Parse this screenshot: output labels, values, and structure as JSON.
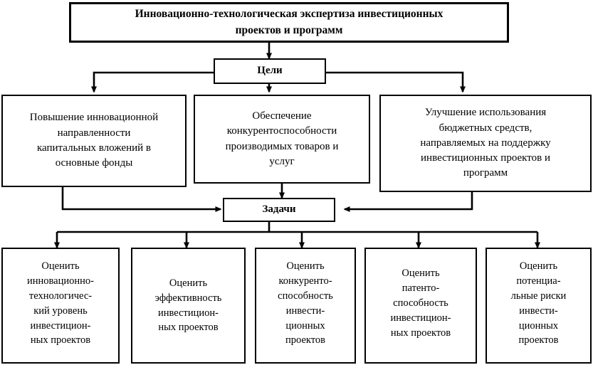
{
  "diagram": {
    "type": "flowchart",
    "language": "ru",
    "title_box": {
      "lines": [
        "Инновационно-технологическая экспертиза инвестиционных",
        "проектов и программ"
      ]
    },
    "hubs": {
      "goals": "Цели",
      "tasks": "Задачи"
    },
    "goals": [
      {
        "id": "goal-1",
        "lines": [
          "Повышение инновационной",
          "направленности",
          "капитальных вложений в",
          "основные фонды"
        ]
      },
      {
        "id": "goal-2",
        "lines": [
          "Обеспечение",
          "конкурентоспособности",
          "производимых товаров и",
          "услуг"
        ]
      },
      {
        "id": "goal-3",
        "lines": [
          "Улучшение использования",
          "бюджетных средств,",
          "направляемых на поддержку",
          "инвестиционных проектов и",
          "программ"
        ]
      }
    ],
    "tasks": [
      {
        "id": "task-1",
        "lines": [
          "Оценить",
          "инновационно-",
          "технологичес-",
          "кий уровень",
          "инвестицион-",
          "ных проектов"
        ]
      },
      {
        "id": "task-2",
        "lines": [
          "Оценить",
          "эффективность",
          "инвестицион-",
          "ных проектов"
        ]
      },
      {
        "id": "task-3",
        "lines": [
          "Оценить",
          "конкуренто-",
          "способность",
          "инвести-",
          "ционных",
          "проектов"
        ]
      },
      {
        "id": "task-4",
        "lines": [
          "Оценить",
          "патенто-",
          "способность",
          "инвестицион-",
          "ных проектов"
        ]
      },
      {
        "id": "task-5",
        "lines": [
          "Оценить",
          "потенциа-",
          "льные риски",
          "инвести-",
          "ционных",
          "проектов"
        ]
      }
    ],
    "colors": {
      "stroke": "#000000",
      "background": "#ffffff",
      "text": "#000000"
    }
  }
}
